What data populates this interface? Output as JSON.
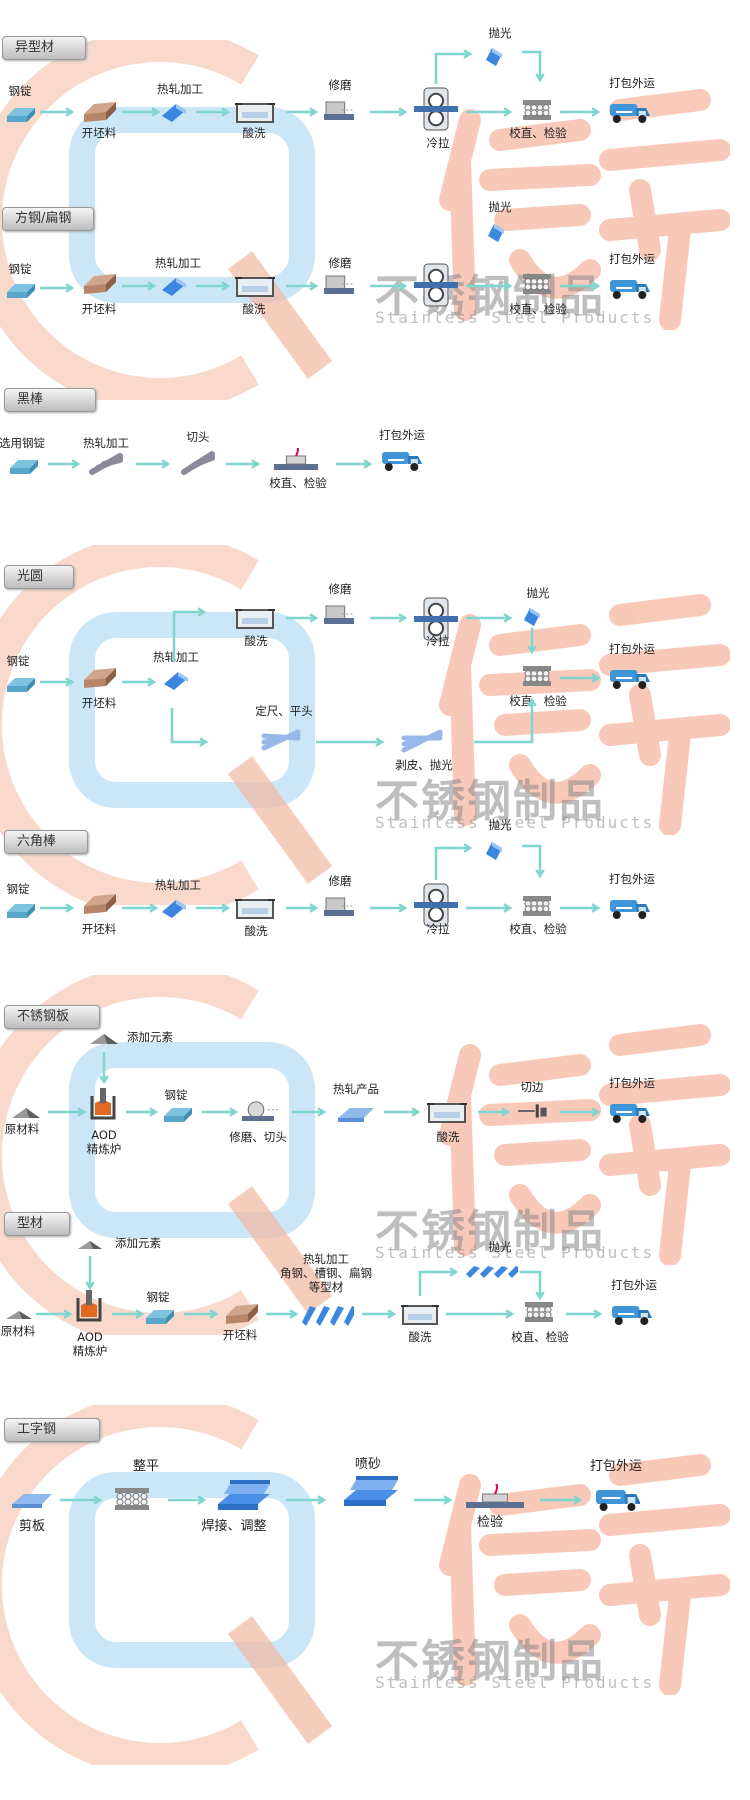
{
  "colors": {
    "arrow": "#7fd6cf",
    "watermark_ring": "#f2b9a2",
    "watermark_box": "#b9def3",
    "watermark_char": "#f5a58a",
    "ingot": "#5aa6c8",
    "billet": "#b7856a",
    "blue_bar": "#3b86df",
    "header_bg": "#c9c9c9"
  },
  "watermark": {
    "cn": "不锈钢制品",
    "en": "Stainless Steel Products"
  },
  "sections": [
    {
      "id": "yixingcai",
      "header": "异型材",
      "nodes": [
        {
          "label": "钢锭",
          "icon": "ingot"
        },
        {
          "label": "开坯料",
          "icon": "billet"
        },
        {
          "label": "热轧加工",
          "icon": "blue-bar"
        },
        {
          "label": "酸洗",
          "icon": "acid-tank"
        },
        {
          "label": "修磨",
          "icon": "grinder"
        },
        {
          "label": "冷拉",
          "icon": "cold-draw"
        },
        {
          "label": "抛光",
          "icon": "blue-bar"
        },
        {
          "label": "校直、检验",
          "icon": "straightener"
        },
        {
          "label": "打包外运",
          "icon": "truck"
        }
      ]
    },
    {
      "id": "fanggang",
      "header": "方钢/扁钢",
      "nodes": [
        {
          "label": "钢锭",
          "icon": "ingot"
        },
        {
          "label": "开坯料",
          "icon": "billet"
        },
        {
          "label": "热轧加工",
          "icon": "blue-bar"
        },
        {
          "label": "酸洗",
          "icon": "acid-tank"
        },
        {
          "label": "修磨",
          "icon": "grinder"
        },
        {
          "label": "抛光",
          "icon": "blue-bar"
        },
        {
          "label": "校直、检验",
          "icon": "straightener"
        },
        {
          "label": "打包外运",
          "icon": "truck"
        }
      ]
    },
    {
      "id": "heibang",
      "header": "黑棒",
      "nodes": [
        {
          "label": "选用钢锭",
          "icon": "ingot"
        },
        {
          "label": "热轧加工",
          "icon": "rods"
        },
        {
          "label": "切头",
          "icon": "rods"
        },
        {
          "label": "校直、检验",
          "icon": "inspect"
        },
        {
          "label": "打包外运",
          "icon": "truck"
        }
      ]
    },
    {
      "id": "guangyuan",
      "header": "光圆",
      "nodes": [
        {
          "label": "钢锭",
          "icon": "ingot"
        },
        {
          "label": "开坯料",
          "icon": "billet"
        },
        {
          "label": "热轧加工",
          "icon": "blue-bar"
        },
        {
          "label": "酸洗",
          "icon": "acid-tank"
        },
        {
          "label": "修磨",
          "icon": "grinder"
        },
        {
          "label": "冷拉",
          "icon": "cold-draw"
        },
        {
          "label": "抛光",
          "icon": "blue-bar"
        },
        {
          "label": "校直、检验",
          "icon": "straightener"
        },
        {
          "label": "打包外运",
          "icon": "truck"
        },
        {
          "label": "定尺、平头",
          "icon": "round-bars"
        },
        {
          "label": "剥皮、抛光",
          "icon": "round-bars"
        }
      ]
    },
    {
      "id": "liujiaobang",
      "header": "六角棒",
      "nodes": [
        {
          "label": "钢锭",
          "icon": "ingot"
        },
        {
          "label": "开坯料",
          "icon": "billet"
        },
        {
          "label": "热轧加工",
          "icon": "blue-bar"
        },
        {
          "label": "酸洗",
          "icon": "acid-tank"
        },
        {
          "label": "修磨",
          "icon": "grinder"
        },
        {
          "label": "冷拉",
          "icon": "cold-draw"
        },
        {
          "label": "抛光",
          "icon": "blue-bar"
        },
        {
          "label": "校直、检验",
          "icon": "straightener"
        },
        {
          "label": "打包外运",
          "icon": "truck"
        }
      ]
    },
    {
      "id": "buxiugangban",
      "header": "不锈钢板",
      "nodes": [
        {
          "label": "添加元素",
          "icon": "pile"
        },
        {
          "label": "原材料",
          "icon": "pile"
        },
        {
          "label": "AOD",
          "icon": "furnace"
        },
        {
          "label": "精炼炉",
          "icon": "furnace"
        },
        {
          "label": "钢锭",
          "icon": "ingot"
        },
        {
          "label": "修磨、切头",
          "icon": "grinder2"
        },
        {
          "label": "热轧产品",
          "icon": "plate"
        },
        {
          "label": "酸洗",
          "icon": "acid-tank"
        },
        {
          "label": "切边",
          "icon": "cutter"
        },
        {
          "label": "打包外运",
          "icon": "truck"
        }
      ]
    },
    {
      "id": "xingcai",
      "header": "型材",
      "nodes": [
        {
          "label": "添加元素",
          "icon": "pile"
        },
        {
          "label": "原材料",
          "icon": "pile"
        },
        {
          "label": "AOD",
          "icon": "furnace"
        },
        {
          "label": "精炼炉",
          "icon": "furnace"
        },
        {
          "label": "钢锭",
          "icon": "ingot"
        },
        {
          "label": "开坯料",
          "icon": "billet"
        },
        {
          "label": "热轧加工",
          "icon": "profiles"
        },
        {
          "label": "角钢、槽钢、扁钢",
          "icon": "profiles"
        },
        {
          "label": "等型材",
          "icon": "profiles"
        },
        {
          "label": "酸洗",
          "icon": "acid-tank"
        },
        {
          "label": "抛光",
          "icon": "profiles"
        },
        {
          "label": "校直、检验",
          "icon": "straightener"
        },
        {
          "label": "打包外运",
          "icon": "truck"
        }
      ]
    },
    {
      "id": "gongzigang",
      "header": "工字钢",
      "nodes": [
        {
          "label": "剪板",
          "icon": "plate"
        },
        {
          "label": "整平",
          "icon": "straightener"
        },
        {
          "label": "焊接、调整",
          "icon": "ibeam"
        },
        {
          "label": "喷砂",
          "icon": "ibeam"
        },
        {
          "label": "检验",
          "icon": "inspect"
        },
        {
          "label": "打包外运",
          "icon": "truck"
        }
      ]
    }
  ]
}
